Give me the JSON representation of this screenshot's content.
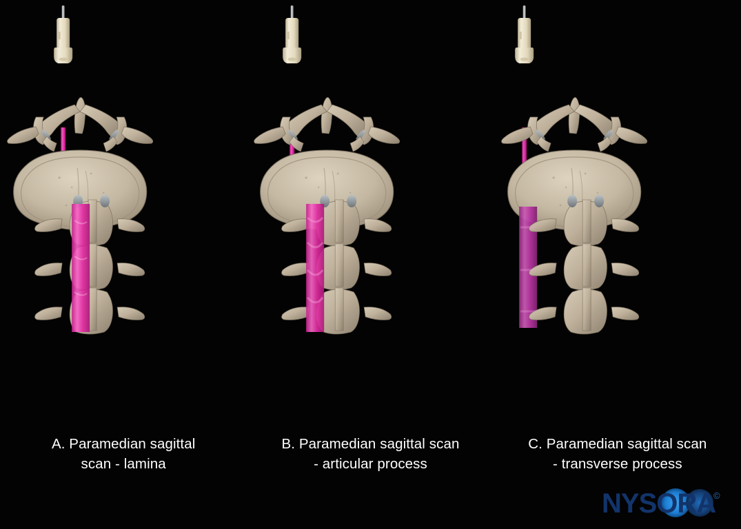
{
  "figure": {
    "background_color": "#030303",
    "bone_color": "#c3b6a1",
    "bone_shadow_color": "#8b7f6c",
    "cartilage_color": "#9aa0a4",
    "probe_body_color": "#e8dfc6",
    "probe_cable_color": "#b9bcbd",
    "caption_color": "#ffffff"
  },
  "panels": [
    {
      "id": "panel-a",
      "letter": "A",
      "caption_line1": "A. Paramedian sagittal",
      "caption_line2": "scan - lamina",
      "beam_color": "#e0219e",
      "beam_color_light": "#f25cc0",
      "plane_color": "#e22aa2",
      "plane_color_light": "#f765c6",
      "probe_label": "ultrasound-transducer",
      "scan_target": "lamina",
      "beam_x_percent": 41,
      "plane_x_percent": 38
    },
    {
      "id": "panel-b",
      "letter": "B",
      "caption_line1": "B. Paramedian sagittal scan",
      "caption_line2": "- articular process",
      "beam_color": "#dd1f9c",
      "beam_color_light": "#f056bc",
      "plane_color": "#e02aa0",
      "plane_color_light": "#f468c4",
      "probe_label": "ultrasound-transducer",
      "scan_target": "articular process",
      "beam_x_percent": 34,
      "plane_x_percent": 32
    },
    {
      "id": "panel-c",
      "letter": "C",
      "caption_line1": "C. Paramedian sagittal scan",
      "caption_line2": "- transverse process",
      "beam_color": "#cf2396",
      "beam_color_light": "#e255b6",
      "plane_color": "#b5359f",
      "plane_color_light": "#c95bb4",
      "probe_label": "ultrasound-transducer",
      "scan_target": "transverse process",
      "beam_x_percent": 27,
      "plane_x_percent": 23
    }
  ],
  "logo": {
    "text": "NYSORA",
    "copyright": "©",
    "text_color": "#12346b",
    "highlight_color": "#1e7fd4",
    "glow_color": "#2d95e8"
  }
}
